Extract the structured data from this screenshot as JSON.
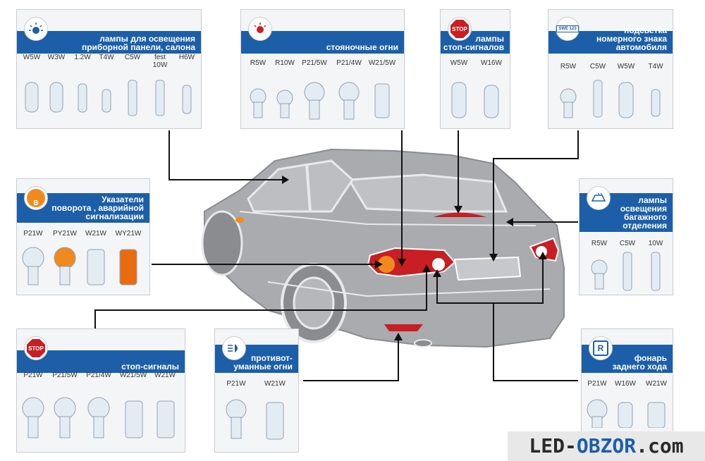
{
  "panels": {
    "dashboard": {
      "title": "лампы для освещения\nприборной панели, салона",
      "icon": "dashboard-light-icon",
      "bulbs": [
        "W5W",
        "W3W",
        "1.2W",
        "T4W",
        "C5W",
        "fest\n10W",
        "H6W"
      ]
    },
    "parking": {
      "title": "стояночные огни",
      "icon": "parking-light-icon",
      "bulbs": [
        "R5W",
        "R10W",
        "P21/5W",
        "P21/4W",
        "W21/5W"
      ]
    },
    "stop_top": {
      "title": "лампы\nстоп-сигналов",
      "icon": "stop-sign-icon",
      "icon_text": "STOP",
      "bulbs": [
        "W5W",
        "W16W"
      ]
    },
    "plate": {
      "title": "подсветка\nномерного знака\nавтомобиля",
      "icon": "license-plate-icon",
      "icon_text": "SWE 123",
      "bulbs": [
        "R5W",
        "C5W",
        "W5W",
        "T4W"
      ]
    },
    "turn": {
      "title": "Указатели\nповорота , аварийной\nсигнализации",
      "icon": "turn-signal-icon",
      "icon_text": "B",
      "bulbs": [
        "P21W",
        "PY21W",
        "W21W",
        "WY21W"
      ]
    },
    "trunk": {
      "title": "лампы\nосвещения\nбагажного\nотделения",
      "icon": "trunk-light-icon",
      "bulbs": [
        "R5W",
        "C5W",
        "10W"
      ]
    },
    "stop_bottom": {
      "title": "стоп-сигналы",
      "icon": "stop-sign-icon",
      "icon_text": "STOP",
      "bulbs": [
        "P21W",
        "P21/5W",
        "P21/4W",
        "W21/5W",
        "W21W"
      ]
    },
    "fog": {
      "title": "противот-\nуманные огни",
      "icon": "fog-light-icon",
      "bulbs": [
        "P21W",
        "W21W"
      ]
    },
    "reverse": {
      "title": "фонарь\nзаднего хода",
      "icon": "reverse-light-icon",
      "icon_text": "R",
      "bulbs": [
        "P21W",
        "W16W",
        "W21W"
      ]
    }
  },
  "watermark": {
    "part1": "LED-",
    "part2": "OBZOR",
    "part3": ".com"
  },
  "colors": {
    "header_blue": "#1c5fa8",
    "car_gray": "#a9abae",
    "taillight_red": "#c81e24",
    "amber": "#f08a1e"
  }
}
